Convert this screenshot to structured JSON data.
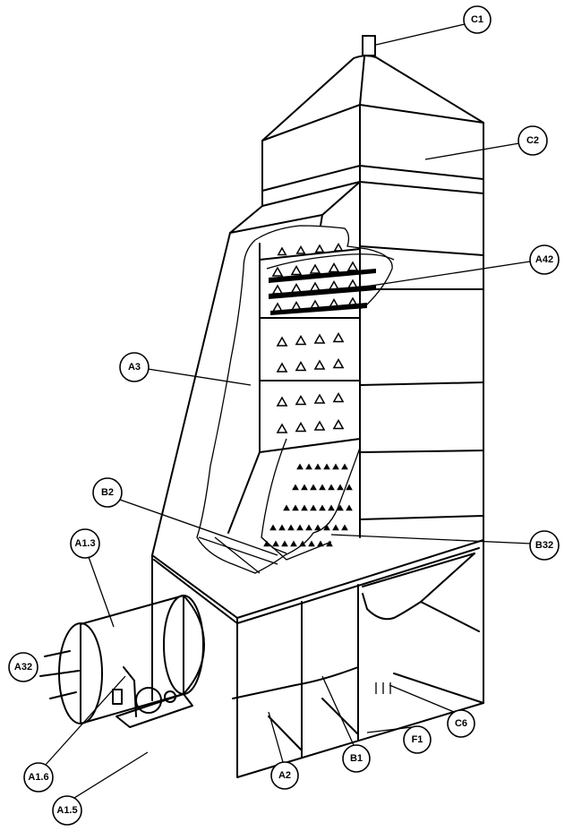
{
  "figure": {
    "labels": {
      "c1": "C1",
      "c2": "C2",
      "a42": "A42",
      "a3": "A3",
      "b2": "B2",
      "a13": "A1.3",
      "b32": "B32",
      "a32": "A32",
      "a16": "A1.6",
      "a15": "A1.5",
      "a2": "A2",
      "b1": "B1",
      "f1": "F1",
      "c6": "C6"
    }
  }
}
